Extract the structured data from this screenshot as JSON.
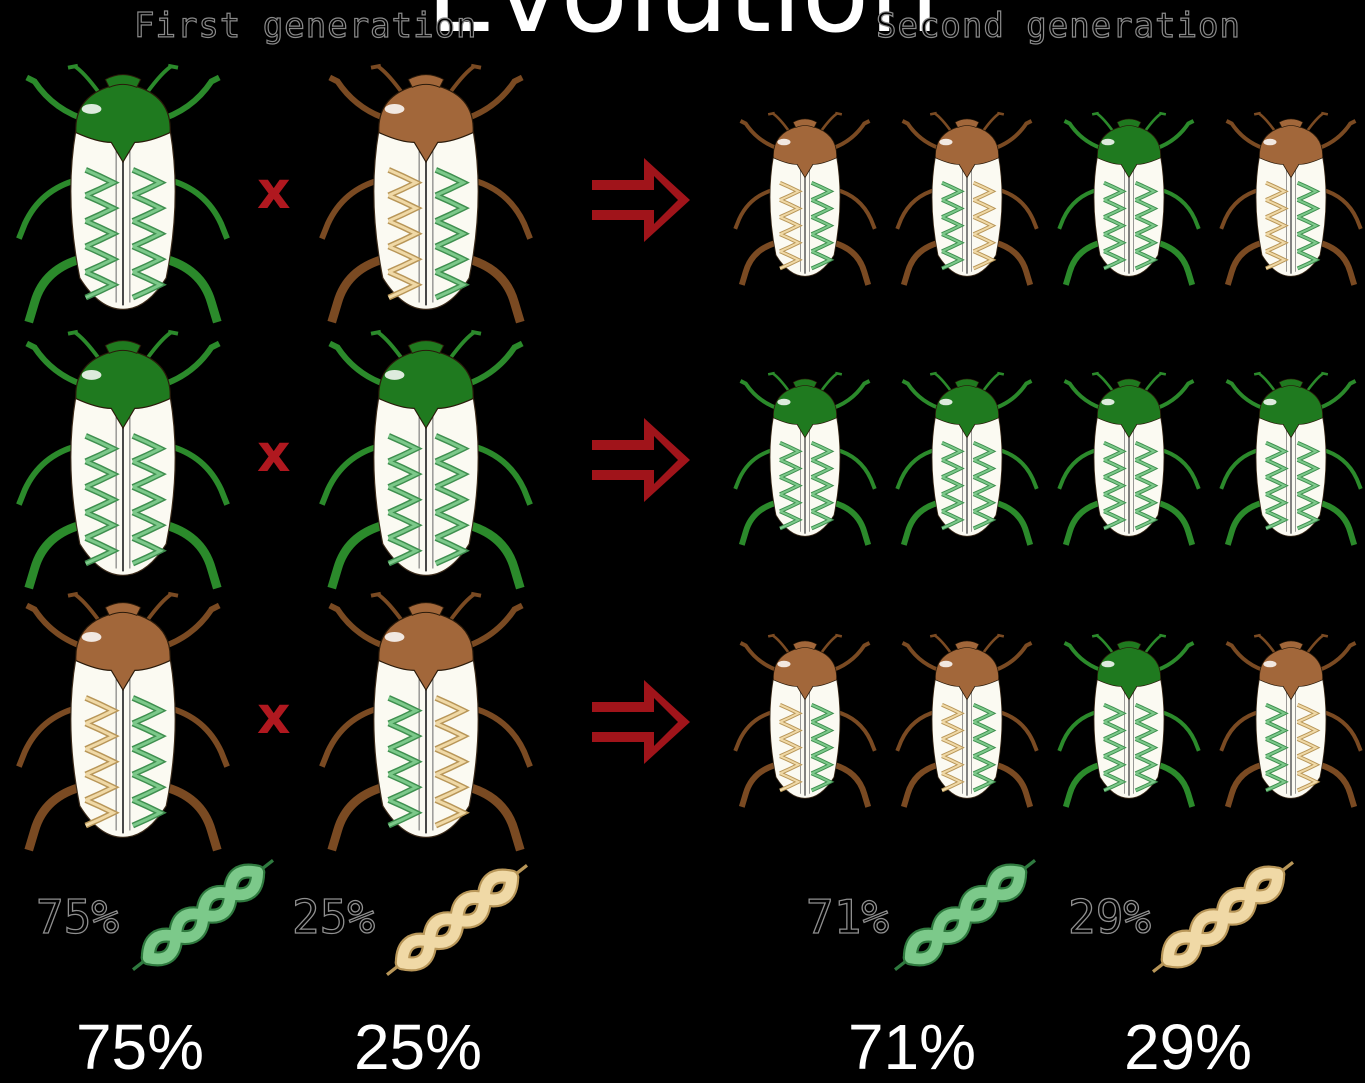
{
  "title": "Evolution",
  "first_generation_label": "First generation",
  "second_generation_label": "Second generation",
  "cross_symbol": "x",
  "colors": {
    "green_head": "#1f7a1f",
    "green_leg": "#2b8a2b",
    "green_gene": "#7cc98a",
    "brown_head": "#a2673a",
    "brown_leg": "#7a4a22",
    "tan_gene": "#f0d9a6",
    "arrow": "#a0141a",
    "background": "#000000"
  },
  "first_generation_pairs": [
    {
      "parents": [
        {
          "head": "green",
          "genes": [
            "green",
            "green"
          ]
        },
        {
          "head": "brown",
          "genes": [
            "tan",
            "green"
          ]
        }
      ]
    },
    {
      "parents": [
        {
          "head": "green",
          "genes": [
            "green",
            "green"
          ]
        },
        {
          "head": "green",
          "genes": [
            "green",
            "green"
          ]
        }
      ]
    },
    {
      "parents": [
        {
          "head": "brown",
          "genes": [
            "tan",
            "green"
          ]
        },
        {
          "head": "brown",
          "genes": [
            "green",
            "tan"
          ]
        }
      ]
    }
  ],
  "second_generation_rows": [
    {
      "offspring": [
        {
          "head": "brown",
          "genes": [
            "tan",
            "green"
          ]
        },
        {
          "head": "brown",
          "genes": [
            "green",
            "tan"
          ]
        },
        {
          "head": "green",
          "genes": [
            "green",
            "green"
          ]
        },
        {
          "head": "brown",
          "genes": [
            "tan",
            "green"
          ]
        }
      ]
    },
    {
      "offspring": [
        {
          "head": "green",
          "genes": [
            "green",
            "green"
          ]
        },
        {
          "head": "green",
          "genes": [
            "green",
            "green"
          ]
        },
        {
          "head": "green",
          "genes": [
            "green",
            "green"
          ]
        },
        {
          "head": "green",
          "genes": [
            "green",
            "green"
          ]
        }
      ]
    },
    {
      "offspring": [
        {
          "head": "brown",
          "genes": [
            "tan",
            "green"
          ]
        },
        {
          "head": "brown",
          "genes": [
            "tan",
            "green"
          ]
        },
        {
          "head": "green",
          "genes": [
            "green",
            "green"
          ]
        },
        {
          "head": "brown",
          "genes": [
            "green",
            "tan"
          ]
        }
      ]
    }
  ],
  "allele_frequencies": {
    "first": [
      {
        "label": "75%",
        "allele": "green"
      },
      {
        "label": "25%",
        "allele": "tan"
      }
    ],
    "second": [
      {
        "label": "71%",
        "allele": "green"
      },
      {
        "label": "29%",
        "allele": "tan"
      }
    ]
  },
  "summary_percentages": [
    "75%",
    "25%",
    "71%",
    "29%"
  ]
}
